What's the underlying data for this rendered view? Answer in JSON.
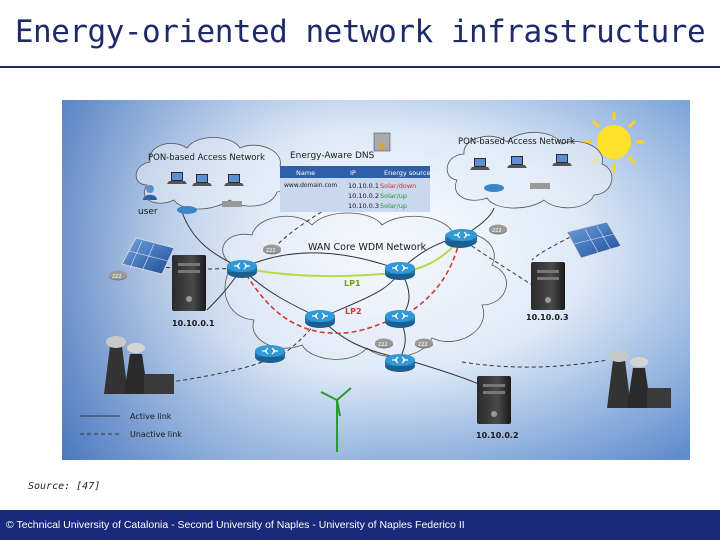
{
  "slide": {
    "title": "Energy-oriented network infrastructure",
    "source": "Source: [47]",
    "footer": "© Technical University of Catalonia - Second University of Naples - University of Naples Federico II"
  },
  "diagram": {
    "pon_left_label": "PON-based Access Network",
    "pon_right_label": "PON-based Access Network",
    "dns_title": "Energy-Aware DNS",
    "dns_table": {
      "headers": [
        "Name",
        "IP",
        "Energy source"
      ],
      "name_cell": "www.domain.com",
      "rows": [
        {
          "ip": "10.10.0.1",
          "energy": "Solar/down"
        },
        {
          "ip": "10.10.0.2",
          "energy": "Solar/up"
        },
        {
          "ip": "10.10.0.3",
          "energy": "Solar/up"
        }
      ]
    },
    "wan_label": "WAN Core WDM Network",
    "lp1_label": "LP1",
    "lp2_label": "LP2",
    "user_label": "user",
    "server_left_ip": "10.10.0.1",
    "server_right_ip": "10.10.0.3",
    "server_bottom_ip": "10.10.0.2",
    "legend_active": "Active link",
    "legend_inactive": "Unactive link",
    "badge_text": "222"
  },
  "colors": {
    "title": "#1f2a6b",
    "footer_bg": "#1a2a7a",
    "solar_down": "#d03030",
    "solar_up": "#2a9a2a",
    "lp1_line": "#b8d84a",
    "lp2_line": "#d03a3a"
  }
}
